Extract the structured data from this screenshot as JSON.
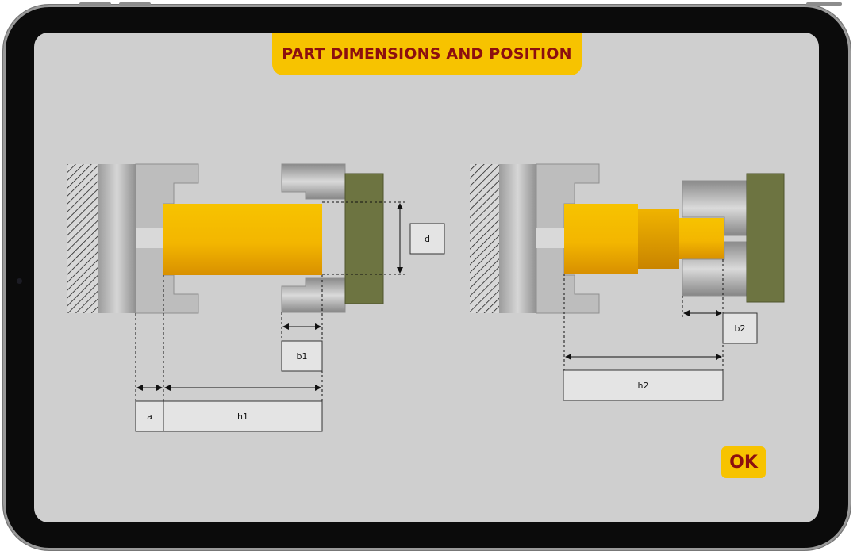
{
  "header": {
    "title": "PART DIMENSIONS AND POSITION"
  },
  "left_diagram": {
    "fields": {
      "a": "a",
      "h1": "h1",
      "b1": "b1",
      "d": "d"
    }
  },
  "right_diagram": {
    "fields": {
      "b2": "b2",
      "h2": "h2"
    }
  },
  "footer": {
    "ok_label": "OK"
  },
  "colors": {
    "accent": "#f7c300",
    "title_text": "#8c0f0f",
    "screen_bg": "#cfcfcf",
    "part_gold": "#f2b800",
    "tailstock_olive": "#6d7441",
    "field_bg": "#e4e4e4"
  }
}
